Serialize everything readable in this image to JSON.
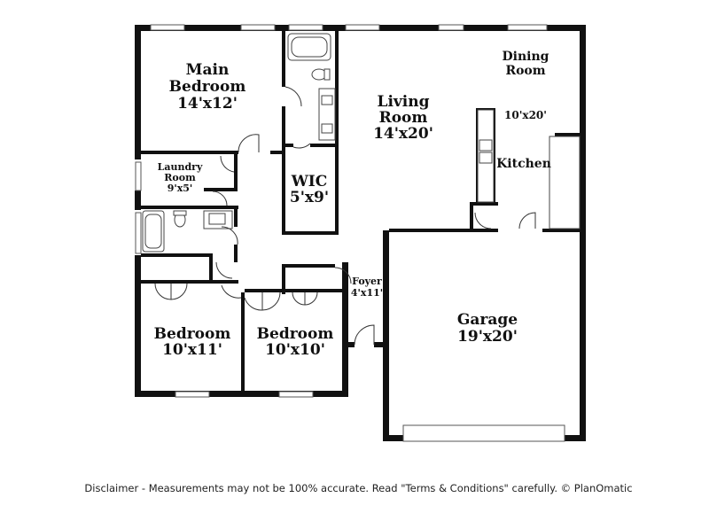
{
  "rooms": {
    "main_bedroom": {
      "name_line1": "Main",
      "name_line2": "Bedroom",
      "size": "14'x12'"
    },
    "living_room": {
      "name_line1": "Living",
      "name_line2": "Room",
      "size": "14'x20'"
    },
    "dining_room": {
      "name_line1": "Dining",
      "name_line2": "Room",
      "size": "10'x20'"
    },
    "kitchen": {
      "name": "Kitchen"
    },
    "laundry_room": {
      "name_line1": "Laundry",
      "name_line2": "Room",
      "size": "9'x5'"
    },
    "wic": {
      "name": "WIC",
      "size": "5'x9'"
    },
    "foyer": {
      "name": "Foyer",
      "size": "4'x11'"
    },
    "garage": {
      "name": "Garage",
      "size": "19'x20'"
    },
    "bedroom_left": {
      "name": "Bedroom",
      "size": "10'x11'"
    },
    "bedroom_right": {
      "name": "Bedroom",
      "size": "10'x10'"
    }
  },
  "disclaimer": "Disclaimer - Measurements may not be 100% accurate. Read \"Terms & Conditions\" carefully. © PlanOmatic"
}
